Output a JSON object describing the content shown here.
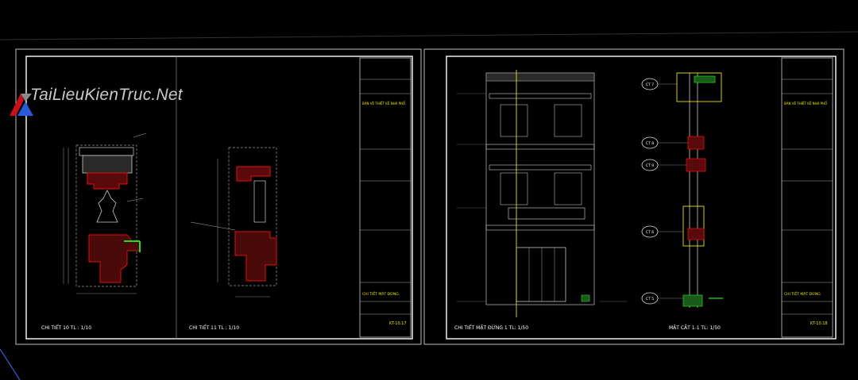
{
  "watermark": {
    "text": "TaiLieuKienTruc.Net"
  },
  "sheet_left": {
    "label_detail_a": "CHI TIẾT 10 TL : 1/10",
    "label_detail_b": "CHI TIẾT 11 TL : 1/10",
    "title_block": {
      "project": "BẢN VẼ THIẾT KẾ NHÀ PHỐ",
      "drawing_title": "CHI TIẾT MẶT ĐỨNG",
      "sheet_no": "KT-10.17"
    }
  },
  "sheet_right": {
    "label_elevation": "CHI TIẾT MẶT ĐỨNG 1 TL: 1/50",
    "label_section": "MẶT CẮT 1-1 TL: 1/50",
    "callouts": [
      "CT 7",
      "CT 8",
      "CT 9",
      "CT 6",
      "CT 5"
    ],
    "title_block": {
      "project": "BẢN VẼ THIẾT KẾ NHÀ PHỐ",
      "drawing_title": "CHI TIẾT MẶT ĐỨNG",
      "sheet_no": "KT-10.18"
    }
  },
  "colors": {
    "background": "#000000",
    "frame": "#ffffff",
    "hatch_red": "#c8101a",
    "hatch_yellow": "#e8e800",
    "line_green": "#22dd22",
    "line_gray": "#8a8a8a"
  }
}
